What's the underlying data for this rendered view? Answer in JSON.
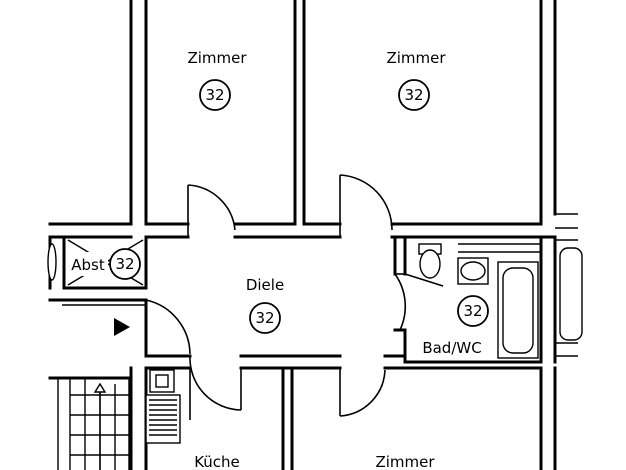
{
  "rooms": {
    "zimmer_top_left": {
      "name": "Zimmer",
      "number": "32"
    },
    "zimmer_top_right": {
      "name": "Zimmer",
      "number": "32"
    },
    "abstellraum": {
      "name": "Abst",
      "number": "32"
    },
    "diele": {
      "name": "Diele",
      "number": "32"
    },
    "bad_wc": {
      "name": "Bad/WC",
      "number": "32"
    },
    "kueche": {
      "name": "Küche"
    },
    "zimmer_bottom": {
      "name": "Zimmer"
    }
  }
}
